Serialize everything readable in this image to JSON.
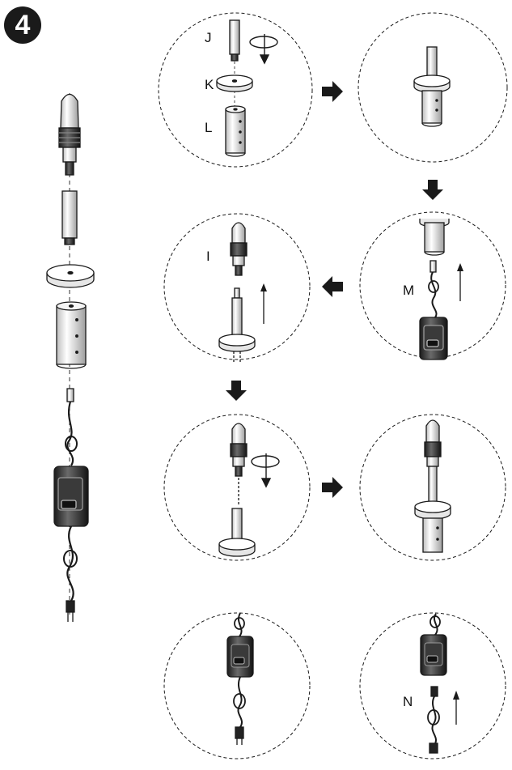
{
  "step_number": "4",
  "labels": {
    "J": "J",
    "K": "K",
    "L": "L",
    "I": "I",
    "M": "M",
    "N": "N"
  },
  "colors": {
    "ink": "#1a1a1a",
    "fill_light": "#ffffff",
    "fill_grey": "#d9d9d9",
    "fill_dark": "#2b2b2b"
  },
  "icons": [
    "step-number-badge",
    "right-arrow-icon",
    "down-arrow-icon",
    "left-arrow-icon",
    "up-arrow-icon",
    "rotate-icon"
  ]
}
